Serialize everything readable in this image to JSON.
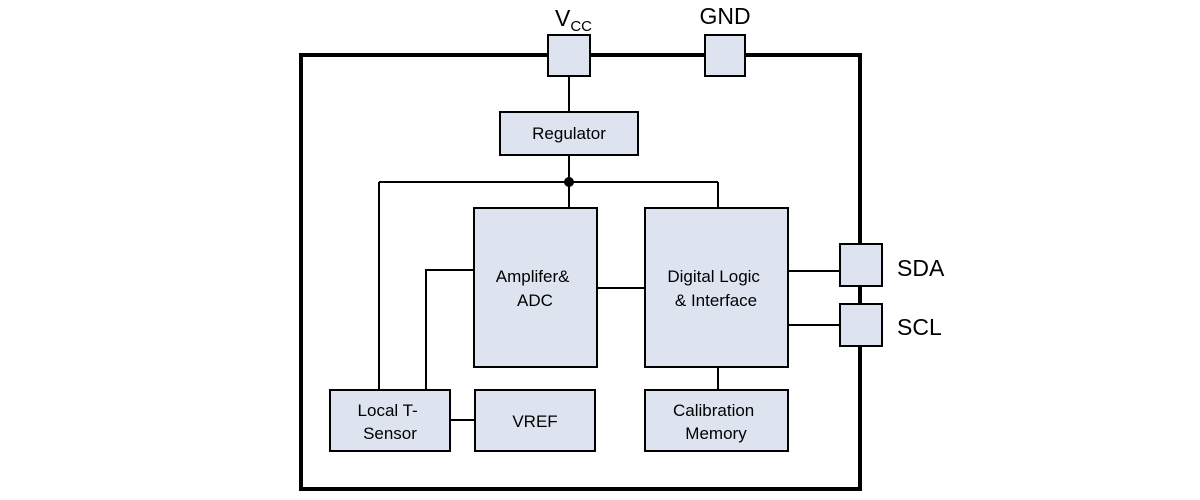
{
  "pins": {
    "vcc_main": "V",
    "vcc_sub": "CC",
    "gnd": "GND",
    "sda": "SDA",
    "scl": "SCL"
  },
  "blocks": {
    "regulator": [
      "Regulator"
    ],
    "amplifier_adc": [
      "Amplifer&",
      "ADC"
    ],
    "digital_logic": [
      "Digital Logic",
      "& Interface"
    ],
    "local_sensor": [
      "Local T-",
      "Sensor"
    ],
    "vref": [
      "VREF"
    ],
    "calibration_memory": [
      "Calibration",
      "Memory"
    ]
  },
  "colors": {
    "block_fill": "#dde3ef",
    "line": "#000000"
  }
}
